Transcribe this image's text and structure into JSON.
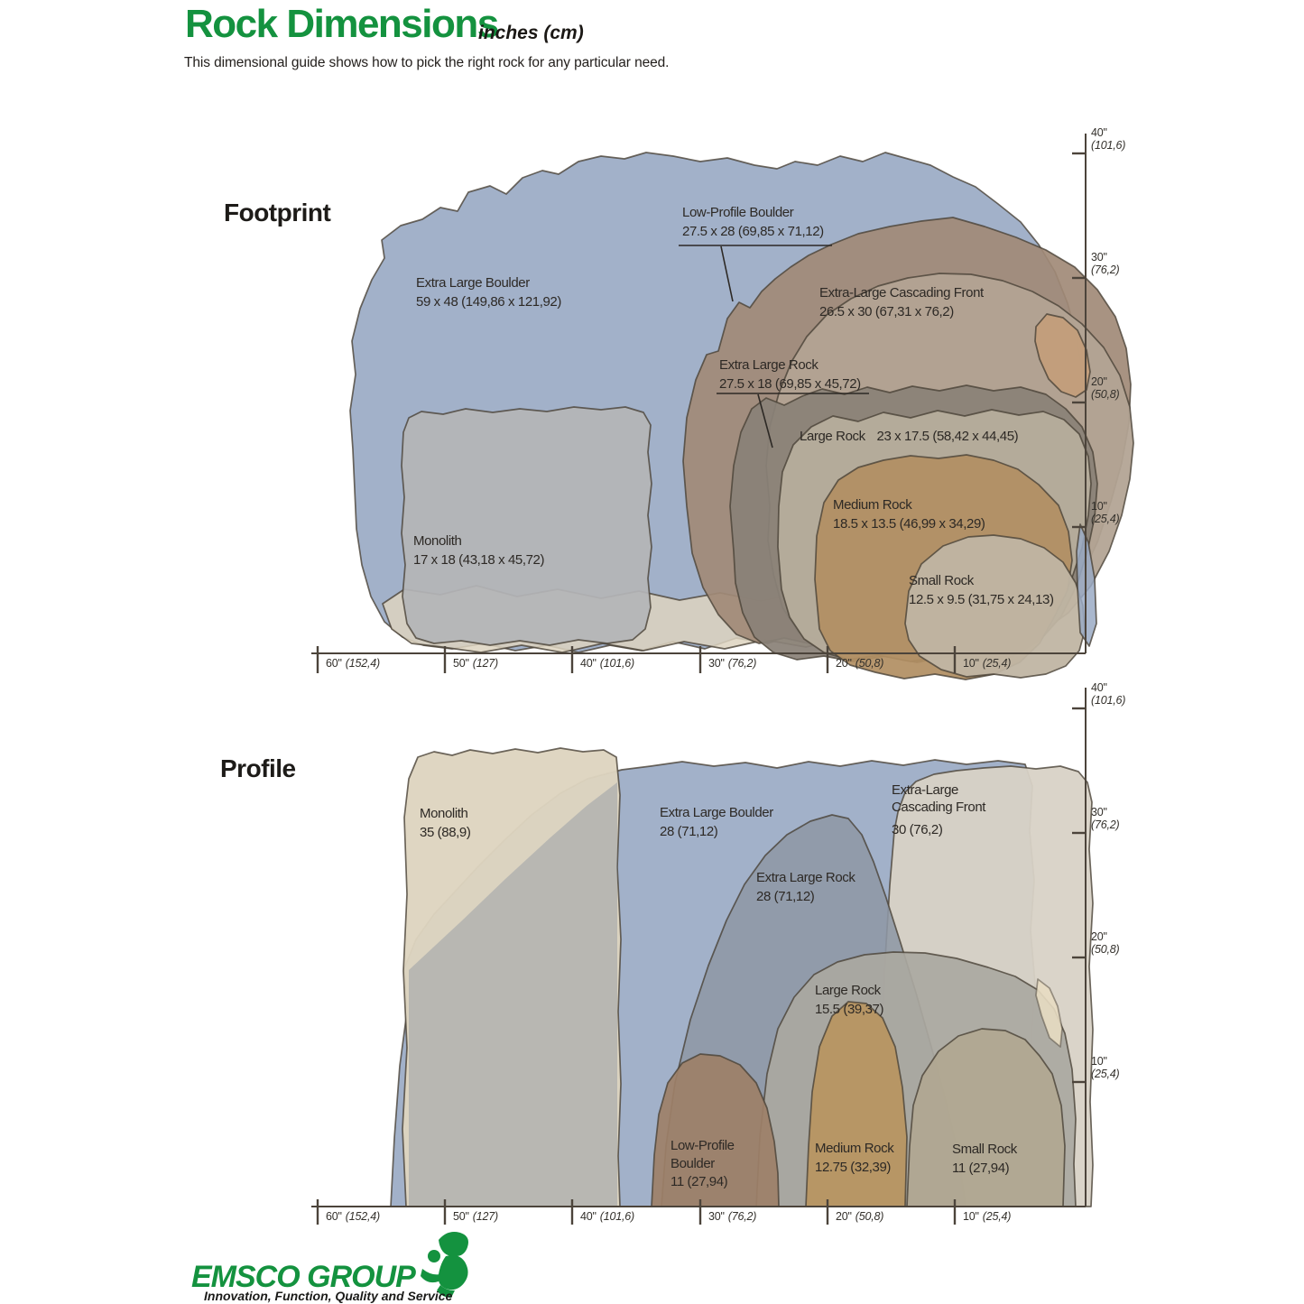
{
  "title": {
    "main": "Rock Dimensions",
    "units": "inches (cm)",
    "subtitle": "This dimensional guide shows how to pick the right rock for any particular need."
  },
  "axis": {
    "x": [
      {
        "in": "60\"",
        "cm": "(152,4)"
      },
      {
        "in": "50\"",
        "cm": "(127)"
      },
      {
        "in": "40\"",
        "cm": "(101,6)"
      },
      {
        "in": "30\"",
        "cm": "(76,2)"
      },
      {
        "in": "20\"",
        "cm": "(50,8)"
      },
      {
        "in": "10\"",
        "cm": "(25,4)"
      }
    ],
    "y": [
      {
        "in": "40\"",
        "cm": "(101,6)"
      },
      {
        "in": "30\"",
        "cm": "(76,2)"
      },
      {
        "in": "20\"",
        "cm": "(50,8)"
      },
      {
        "in": "10\"",
        "cm": "(25,4)"
      }
    ]
  },
  "footprint": {
    "heading": "Footprint",
    "rocks": {
      "extra_large_boulder": {
        "name": "Extra Large Boulder",
        "dims": "59 x 48 (149,86 x 121,92)"
      },
      "low_profile_boulder": {
        "name": "Low-Profile Boulder",
        "dims": "27.5 x 28 (69,85 x 71,12)"
      },
      "cascading_front": {
        "name": "Extra-Large Cascading Front",
        "dims": "26.5 x 30 (67,31 x 76,2)"
      },
      "extra_large_rock": {
        "name": "Extra Large Rock",
        "dims": "27.5 x 18 (69,85 x 45,72)"
      },
      "large_rock": {
        "name": "Large Rock",
        "dims": "23 x 17.5 (58,42 x 44,45)"
      },
      "medium_rock": {
        "name": "Medium Rock",
        "dims": "18.5 x 13.5 (46,99 x 34,29)"
      },
      "small_rock": {
        "name": "Small Rock",
        "dims": "12.5 x 9.5 (31,75 x 24,13)"
      },
      "monolith": {
        "name": "Monolith",
        "dims": "17 x 18 (43,18 x 45,72)"
      }
    }
  },
  "profile": {
    "heading": "Profile",
    "rocks": {
      "monolith": {
        "name": "Monolith",
        "dims": "35 (88,9)"
      },
      "extra_large_boulder": {
        "name": "Extra Large Boulder",
        "dims": "28 (71,12)"
      },
      "cascading_front": {
        "line1": "Extra-Large",
        "line2": "Cascading Front",
        "dims": "30 (76,2)"
      },
      "extra_large_rock": {
        "name": "Extra Large Rock",
        "dims": "28 (71,12)"
      },
      "large_rock": {
        "name": "Large Rock",
        "dims": "15.5 (39,37)"
      },
      "low_profile_boulder": {
        "line1": "Low-Profile",
        "line2": "Boulder",
        "dims": "11 (27,94)"
      },
      "medium_rock": {
        "name": "Medium Rock",
        "dims": "12.75 (32,39)"
      },
      "small_rock": {
        "name": "Small Rock",
        "dims": "11 (27,94)"
      }
    }
  },
  "footer": {
    "brand": "EMSCO GROUP",
    "tagline": "Innovation, Function, Quality and Service"
  },
  "colors": {
    "title_green": "#14923F",
    "text_dark": "#2D2925",
    "boulder_blue": "#9AAAC4",
    "monolith_gray": "#B4B5B7",
    "monolith_beige": "#DED4C0",
    "low_profile_brown": "#A18A77",
    "cascading_tan": "#B3A494",
    "dark_rock": "#8A8177",
    "large_rock_gray": "#B7AD9C",
    "medium_rock_tan": "#B28F63",
    "small_rock_beige": "#C0B5A3"
  }
}
